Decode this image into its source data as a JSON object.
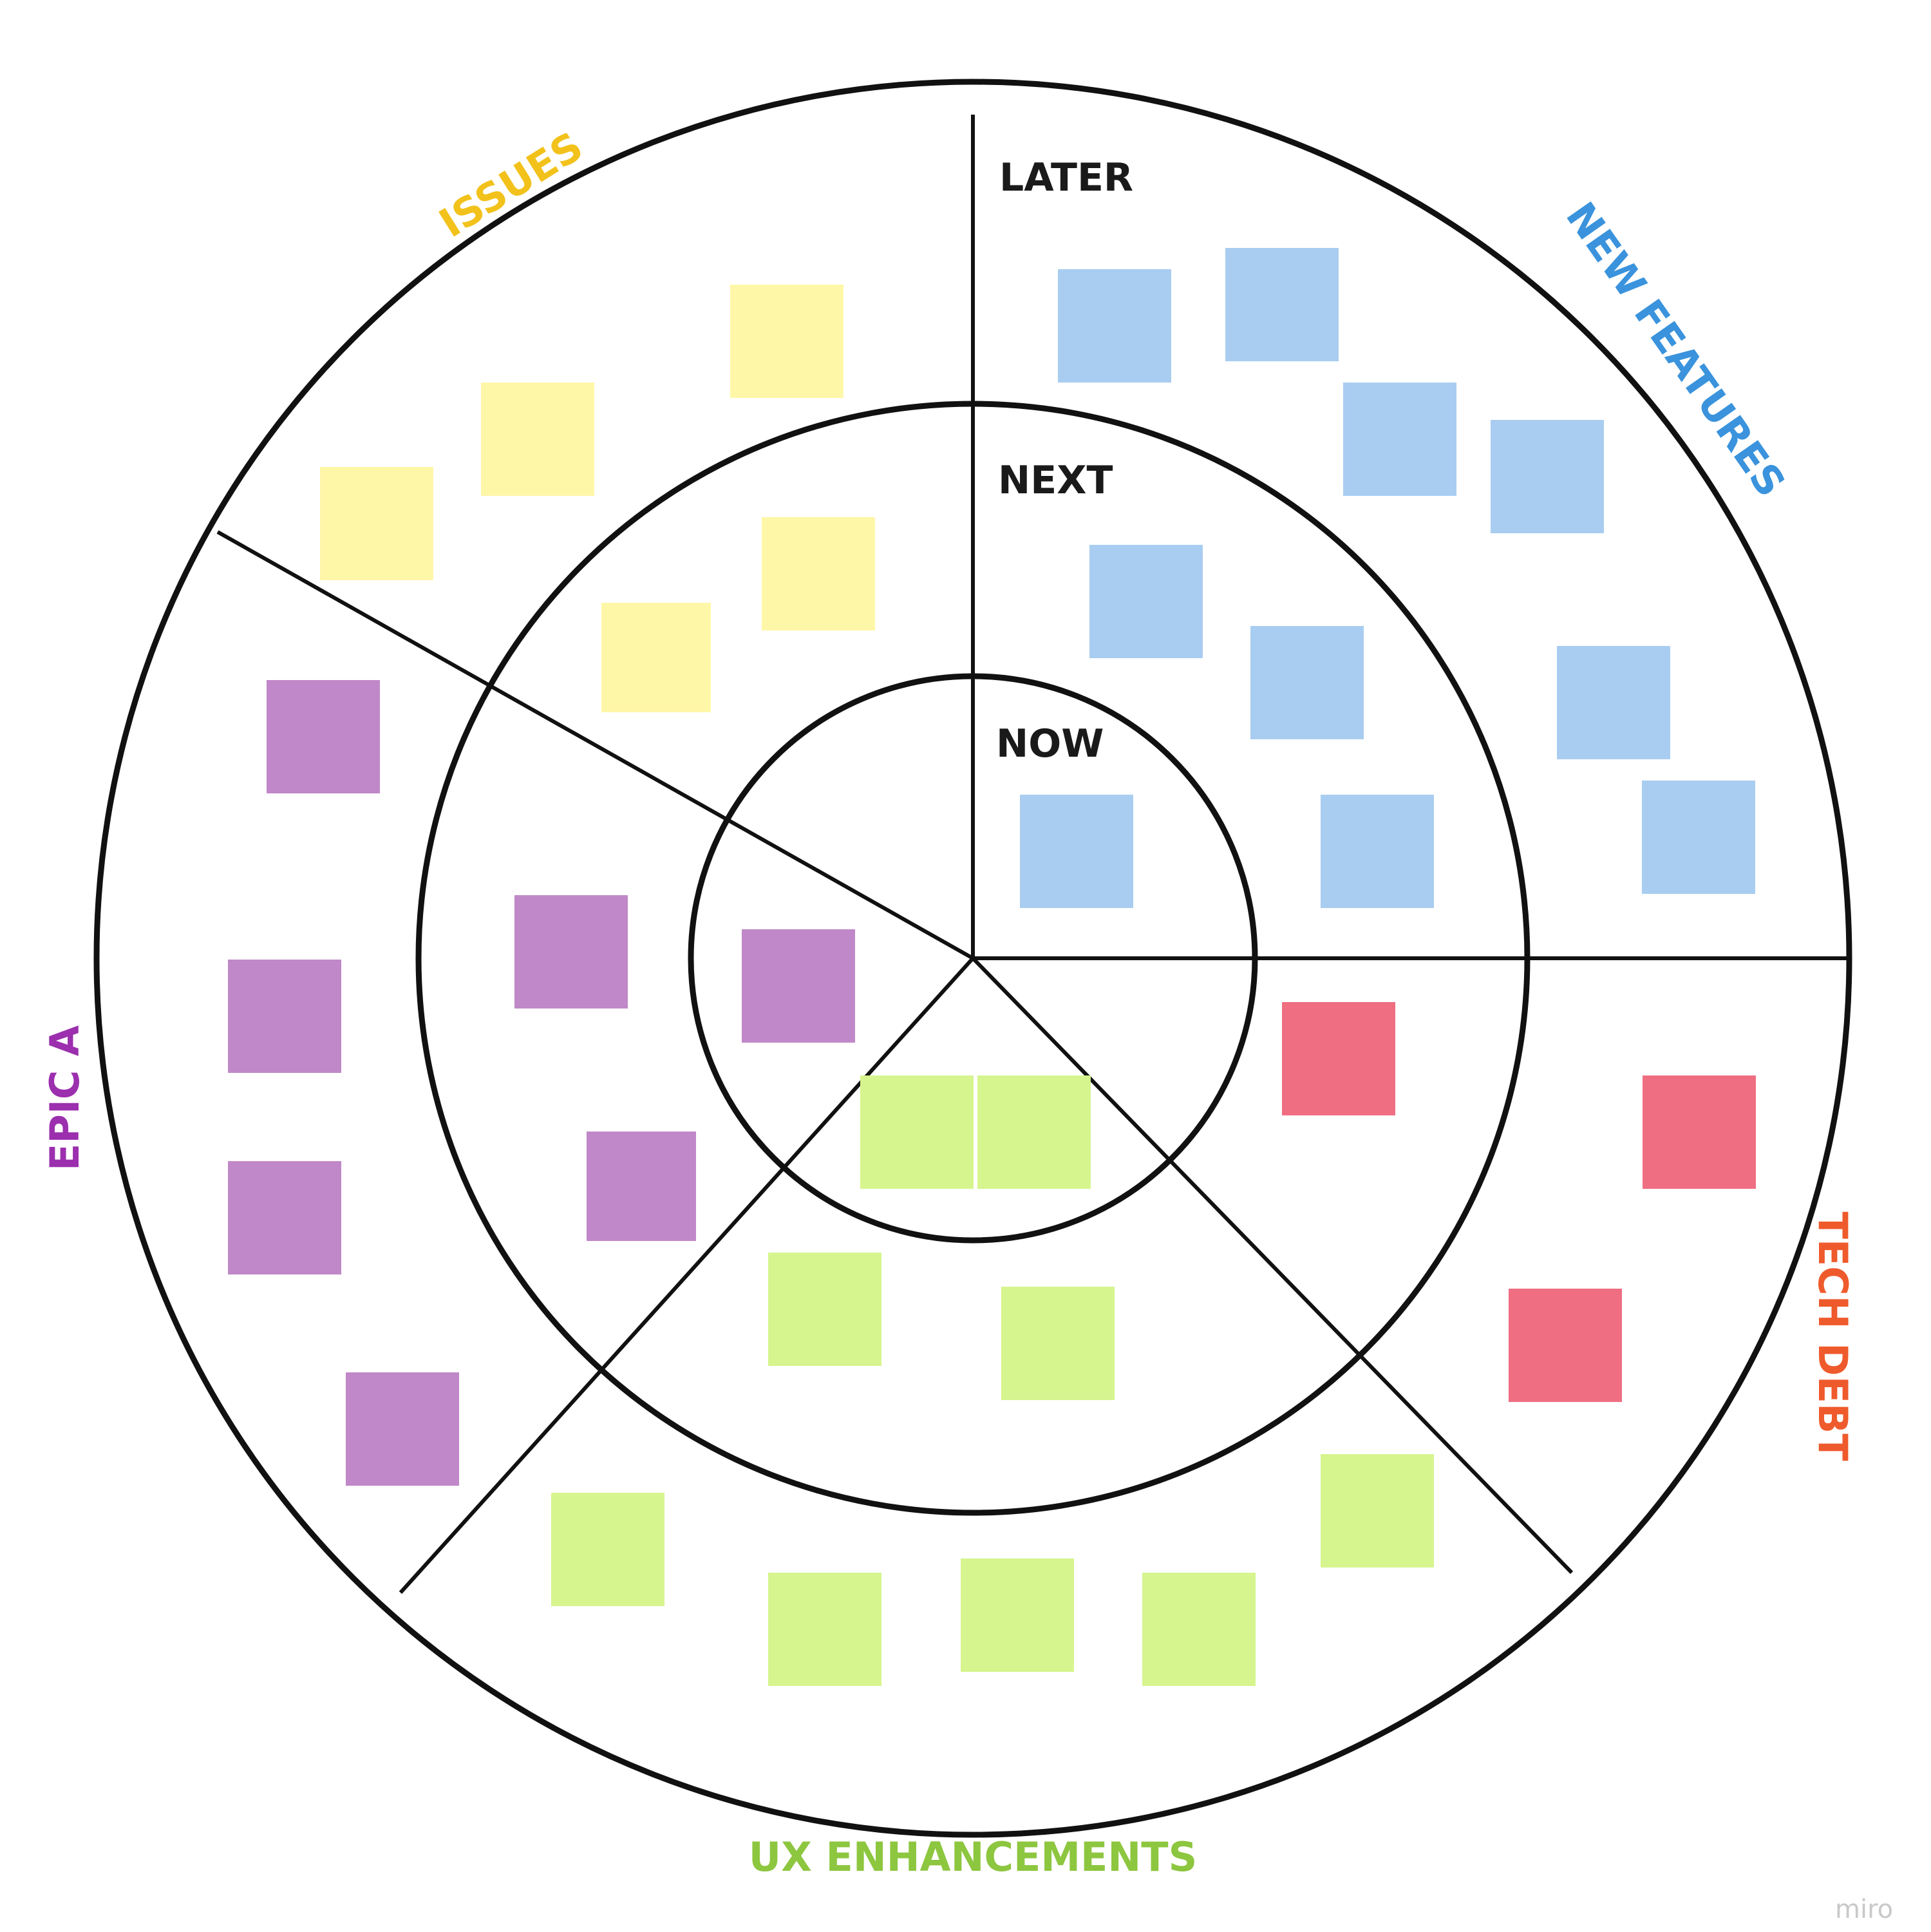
{
  "rings": [
    {
      "id": "now",
      "label": "NOW"
    },
    {
      "id": "next",
      "label": "NEXT"
    },
    {
      "id": "later",
      "label": "LATER"
    }
  ],
  "categories": [
    {
      "id": "issues",
      "label": "ISSUES",
      "color": "#f2c21b"
    },
    {
      "id": "new-features",
      "label": "NEW FEATURES",
      "color": "#3a93dc"
    },
    {
      "id": "tech-debt",
      "label": "TECH DEBT",
      "color": "#ef5a2c"
    },
    {
      "id": "ux-enhancements",
      "label": "UX ENHANCEMENTS",
      "color": "#8dc63f"
    },
    {
      "id": "epic-a",
      "label": "EPIC A",
      "color": "#9b2fae"
    }
  ],
  "note_colors": {
    "issues": "#fff7a8",
    "new-features": "#a9cdf1",
    "tech-debt": "#ef6e82",
    "ux-enhancements": "#d6f58e",
    "epic-a": "#c088c8"
  },
  "line_color": "#111111",
  "watermark": "miro"
}
